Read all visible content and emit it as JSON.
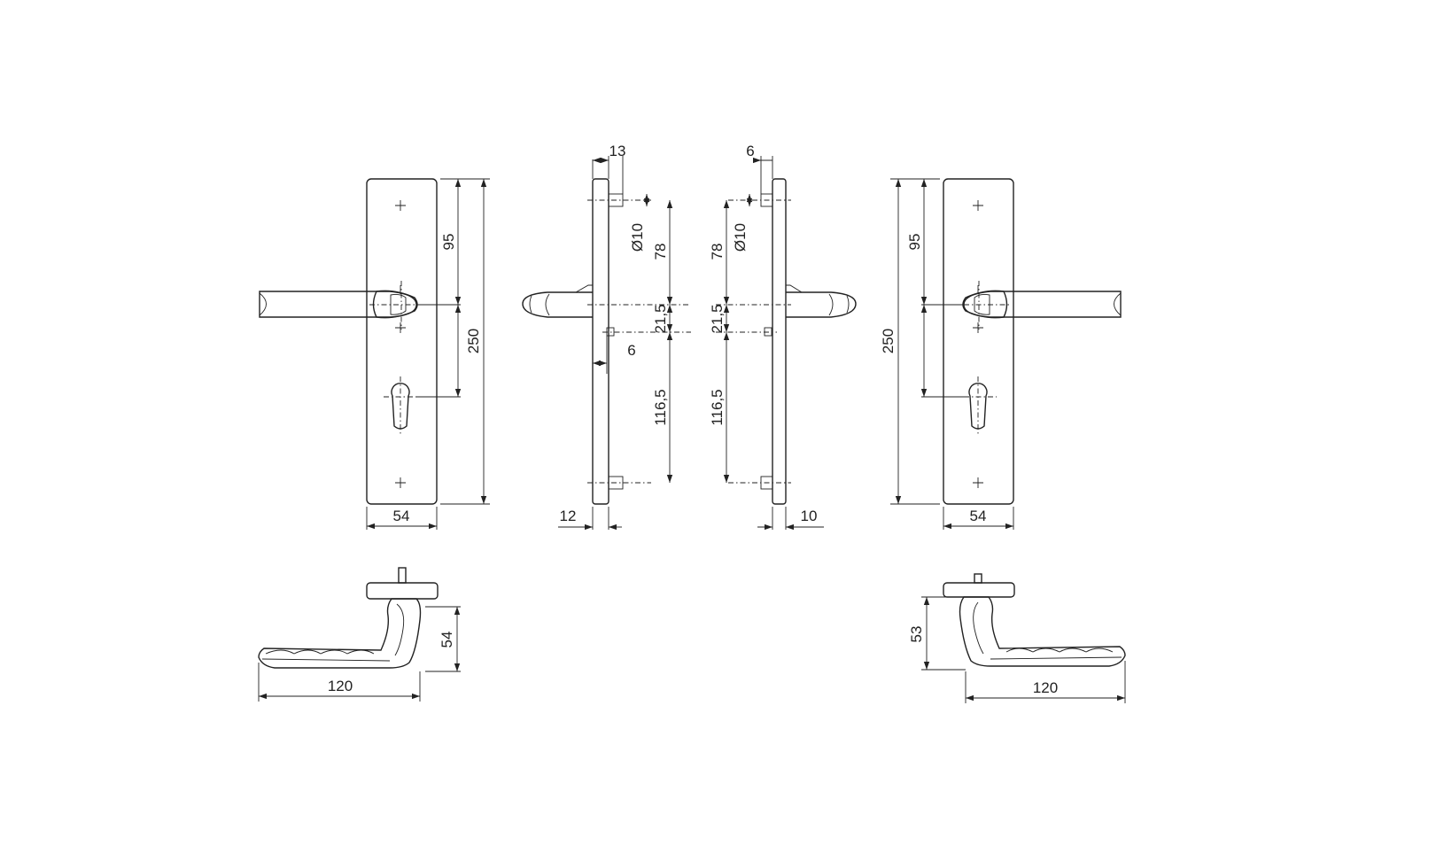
{
  "drawing": {
    "front_left": {
      "width": "54",
      "height": "250",
      "handle_to_cylinder": "95"
    },
    "side_left": {
      "top_offset": "13",
      "stud_diameter": "Ø10",
      "upper": "78",
      "mid": "21,5",
      "lower": "116,5",
      "small_offset": "6",
      "thickness": "12"
    },
    "side_right": {
      "top_offset": "6",
      "stud_diameter": "Ø10",
      "upper": "78",
      "mid": "21,5",
      "lower": "116,5",
      "thickness": "10"
    },
    "front_right": {
      "width": "54",
      "height": "250",
      "handle_to_cylinder": "95"
    },
    "top_left": {
      "projection": "54",
      "length": "120"
    },
    "top_right": {
      "projection": "53",
      "length": "120"
    },
    "colors": {
      "line": "#222222",
      "background": "#ffffff"
    }
  }
}
